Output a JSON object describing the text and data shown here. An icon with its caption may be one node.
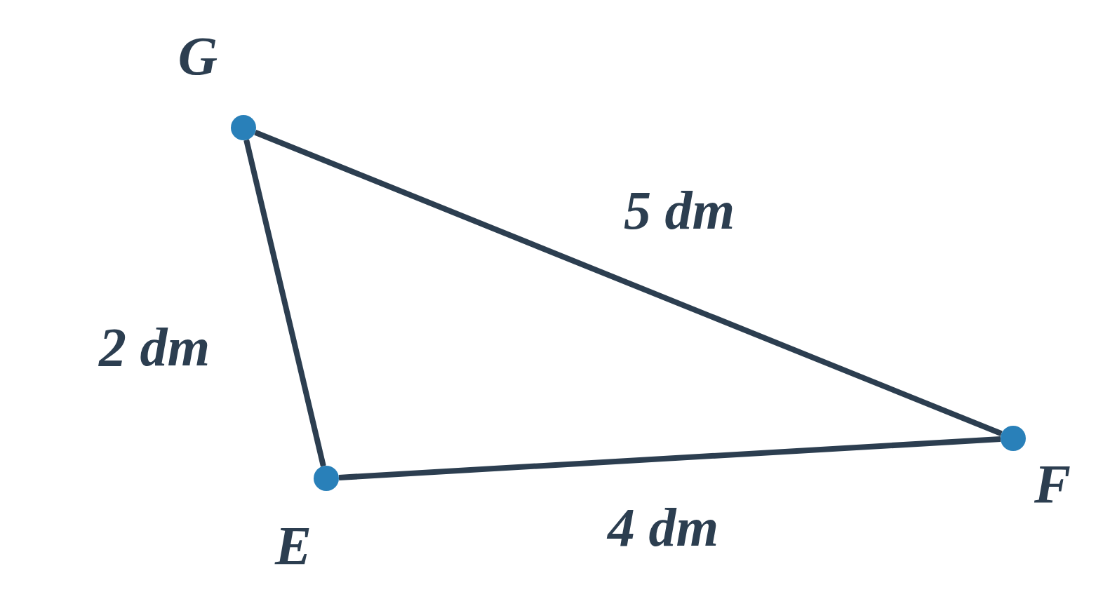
{
  "diagram": {
    "nodes": [
      {
        "text": [],
        "shape": "circle",
        "beside": [
          "G"
        ]
      },
      {
        "text": [],
        "shape": "circle",
        "beside": [
          "F"
        ]
      },
      {
        "text": [],
        "shape": "circle",
        "beside": [
          "E"
        ]
      }
    ],
    "edges": [
      {
        "from": 0,
        "to": 2,
        "arrow": "none",
        "label": "2 dm"
      },
      {
        "from": 0,
        "to": 1,
        "arrow": "none",
        "label": "5 dm"
      },
      {
        "from": 2,
        "to": 1,
        "arrow": "none",
        "label": "4 dm"
      }
    ]
  }
}
